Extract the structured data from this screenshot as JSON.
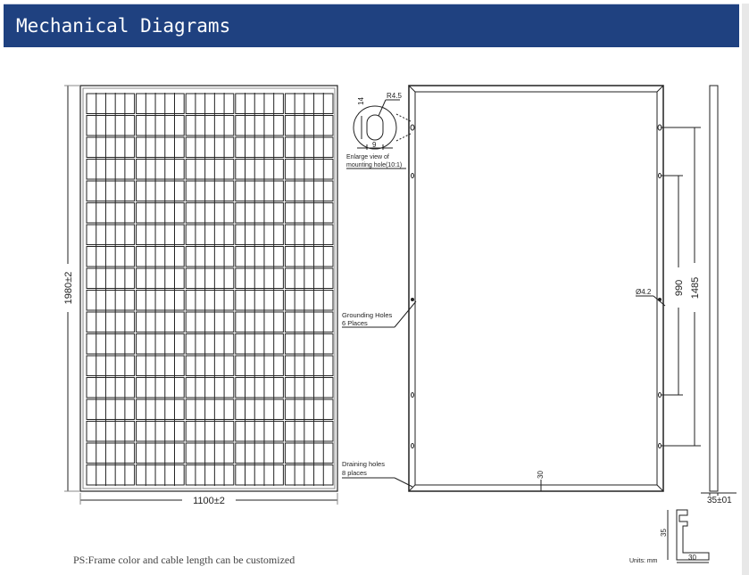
{
  "header": {
    "title": "Mechanical Diagrams"
  },
  "front_view": {
    "height_dim": "1980±2",
    "width_dim": "1100±2",
    "columns": 5,
    "rows": 18
  },
  "back_view": {
    "hole_radius": "R4.5",
    "hole_height": "14",
    "hole_width": "9",
    "enlarge_label_1": "Enlarge view of",
    "enlarge_label_2": "mounting hole(10:1)",
    "grounding_1": "Grounding Holes",
    "grounding_2": "6 Places",
    "draining_1": "Draining holes",
    "draining_2": "8 places",
    "dim_990": "990",
    "dim_1485": "1485",
    "dim_hole": "Ø4.2",
    "dim_30": "30"
  },
  "side_view": {
    "thickness": "35±01"
  },
  "profile": {
    "height": "35",
    "width": "30"
  },
  "units": "Units:  mm",
  "note": "PS:Frame color and cable length can be customized"
}
